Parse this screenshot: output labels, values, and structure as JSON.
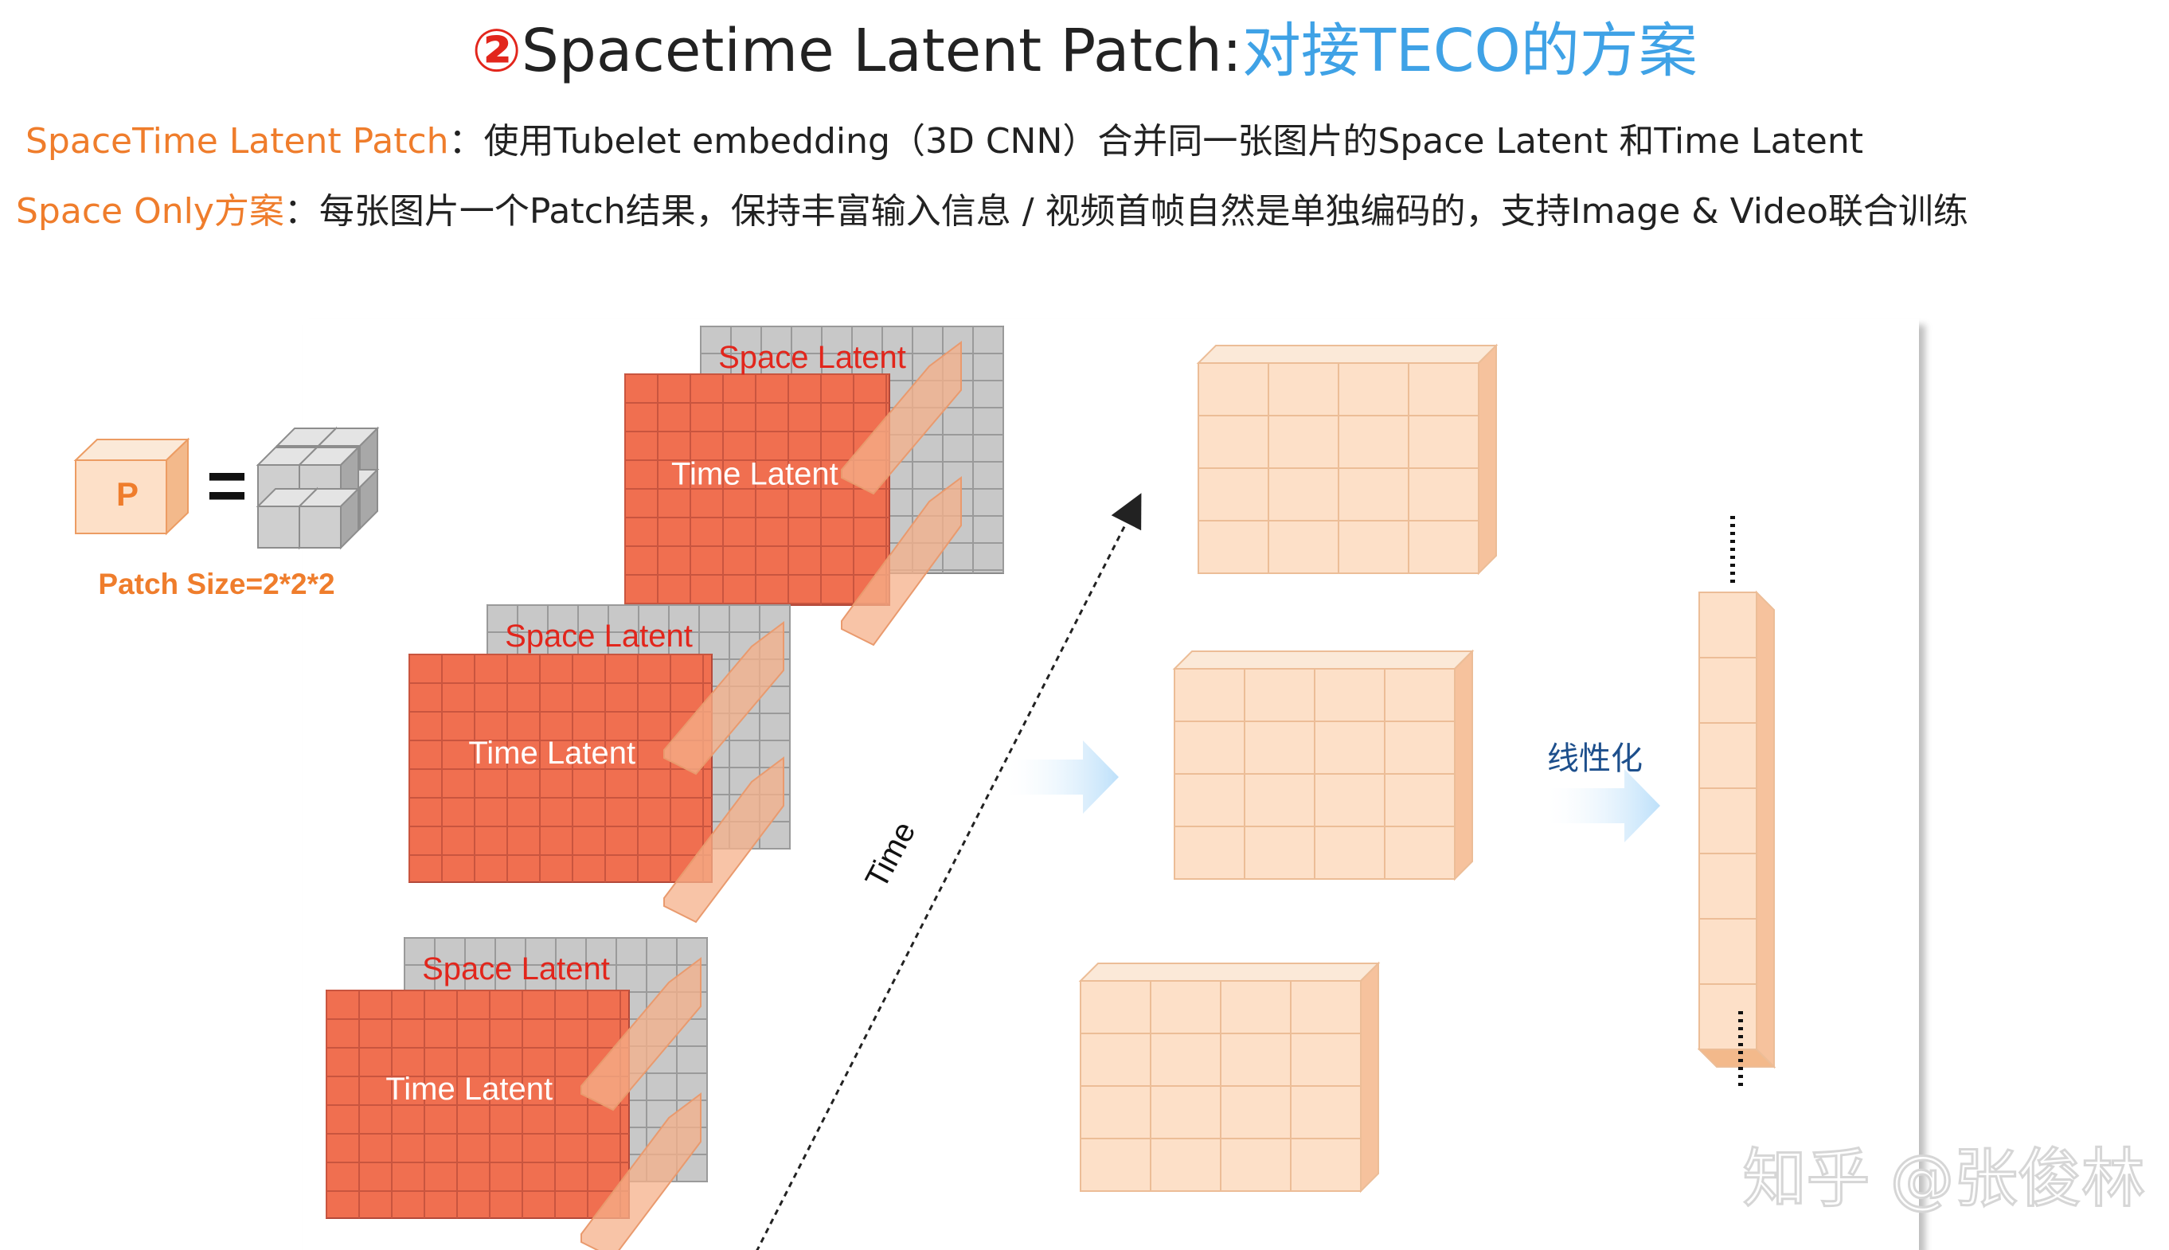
{
  "title": {
    "number": "②",
    "main": "Spacetime Latent Patch:",
    "accent": "对接TECO的方案"
  },
  "description": {
    "line1_label": "SpaceTime Latent Patch",
    "line1_text": "：使用Tubelet embedding（3D CNN）合并同一张图片的Space Latent 和Time Latent",
    "line2_label": "Space Only方案",
    "line2_text": "：每张图片一个Patch结果，保持丰富输入信息 / 视频首帧自然是单独编码的，支持Image & Video联合训练"
  },
  "diagram": {
    "patch_letter": "P",
    "equals": "=",
    "patch_size": "Patch Size=2*2*2",
    "space_latent": "Space Latent",
    "time_latent": "Time Latent",
    "time_axis": "Time",
    "linearize": "线性化"
  },
  "watermark": "知乎 @张俊林",
  "colors": {
    "accent_orange": "#ef7d2c",
    "accent_blue": "#3fa2e6",
    "time_latent_fill": "#f06f50",
    "space_latent_fill": "#c8c8c8",
    "patch_fill": "#fde0c8",
    "label_red": "#e2261c"
  }
}
